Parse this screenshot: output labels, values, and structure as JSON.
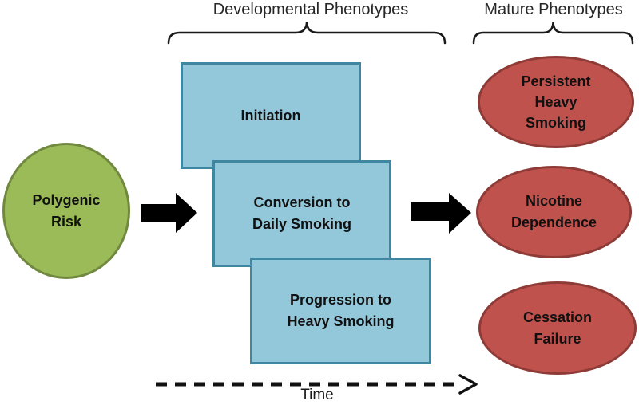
{
  "diagram": {
    "titles": {
      "developmental": "Developmental Phenotypes",
      "mature": "Mature Phenotypes"
    },
    "risk_node": {
      "label": "Polygenic Risk"
    },
    "developmental_nodes": [
      {
        "label": "Initiation"
      },
      {
        "label": "Conversion to Daily Smoking"
      },
      {
        "label": "Progression to Heavy Smoking"
      }
    ],
    "mature_nodes": [
      {
        "label": "Persistent Heavy Smoking"
      },
      {
        "label": "Nicotine Dependence"
      },
      {
        "label": "Cessation Failure"
      }
    ],
    "timeline": {
      "label": "Time"
    },
    "colors": {
      "risk_fill": "#9bbb59",
      "risk_border": "#71893f",
      "developmental_fill": "#93c7da",
      "developmental_border": "#3f86a0",
      "mature_fill": "#c0524e",
      "mature_border": "#8e3b37",
      "arrow": "#000000",
      "text": "#111111",
      "title_text": "#262626",
      "background": "#ffffff"
    }
  }
}
